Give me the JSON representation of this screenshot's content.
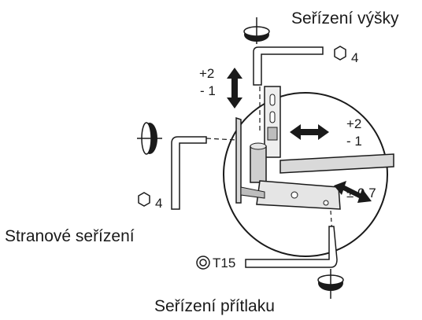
{
  "labels": {
    "height_adjust": "Seřízení výšky",
    "side_adjust": "Stranové seřízení",
    "pressure_adjust": "Seřízení přítlaku"
  },
  "values": {
    "height_tool_size": "4",
    "side_tool_size": "4",
    "vertical_plus": "+2",
    "vertical_minus": "- 1",
    "horizontal_plus": "+2",
    "horizontal_minus": "- 1",
    "pressure_range": "± 0,7",
    "torx_size": "T15"
  },
  "icons": {
    "hex_key": "hexagon-icon",
    "torx": "torx-icon",
    "rotate": "rotate-icon",
    "double_arrow": "double-arrow-icon"
  },
  "colors": {
    "stroke": "#1a1a1a",
    "metal": "#d9d9d9"
  }
}
